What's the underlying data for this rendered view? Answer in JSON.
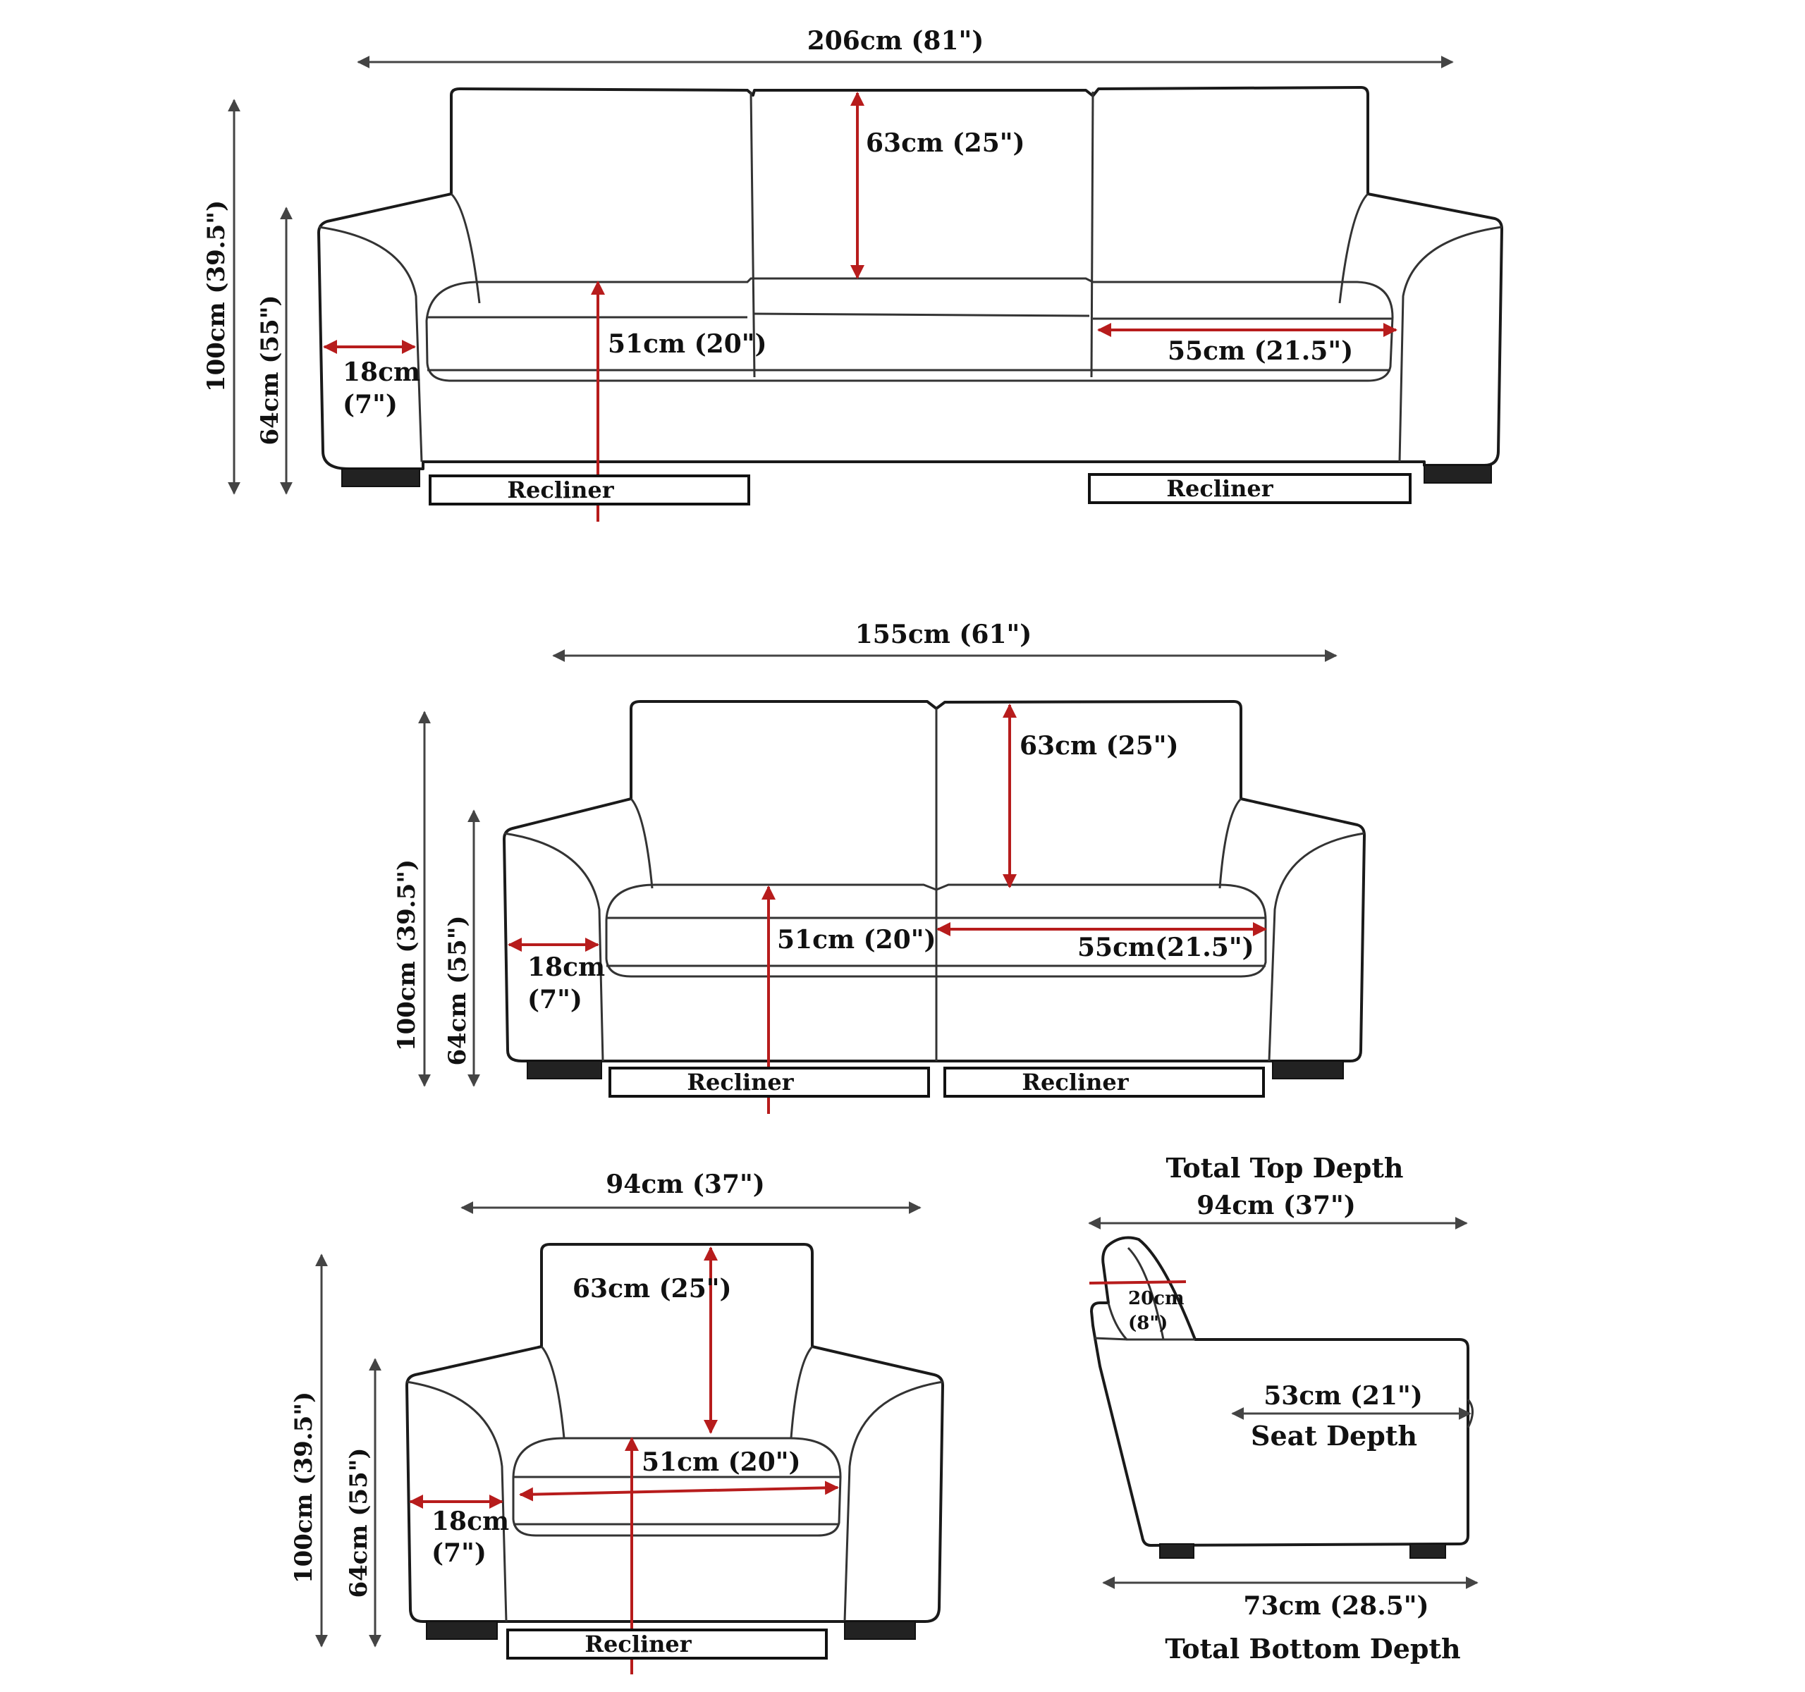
{
  "three_seater": {
    "width": "206cm (81\")",
    "back_height": "63cm (25\")",
    "seat_height": "51cm (20\")",
    "seat_width": "55cm (21.5\")",
    "arm_width_1": "18cm",
    "arm_width_2": "(7\")",
    "total_height": "100cm (39.5\")",
    "arm_height": "64cm (55\")",
    "recliner_left": "Recliner",
    "recliner_right": "Recliner"
  },
  "two_seater": {
    "width": "155cm (61\")",
    "back_height": "63cm (25\")",
    "seat_height": "51cm (20\")",
    "seat_width": "55cm(21.5\")",
    "arm_width_1": "18cm",
    "arm_width_2": "(7\")",
    "total_height": "100cm (39.5\")",
    "arm_height": "64cm (55\")",
    "recliner_left": "Recliner",
    "recliner_right": "Recliner"
  },
  "armchair": {
    "width": "94cm (37\")",
    "back_height": "63cm (25\")",
    "seat_height": "51cm (20\")",
    "arm_width_1": "18cm",
    "arm_width_2": "(7\")",
    "total_height": "100cm (39.5\")",
    "arm_height": "64cm (55\")",
    "recliner": "Recliner"
  },
  "side_view": {
    "top_depth_title": "Total Top Depth",
    "top_depth": "94cm (37\")",
    "cushion_1": "20cm",
    "cushion_2": "(8\")",
    "seat_depth": "53cm (21\")",
    "seat_depth_title": "Seat Depth",
    "bottom_depth": "73cm (28.5\")",
    "bottom_depth_title": "Total Bottom Depth"
  },
  "colors": {
    "line": "#1a1a1a",
    "dimension": "#444444",
    "accent": "#b71c1c"
  }
}
